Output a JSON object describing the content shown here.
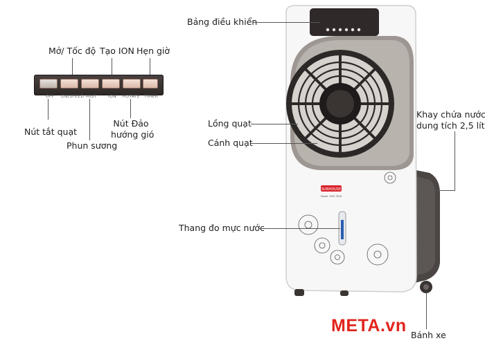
{
  "labels": {
    "control_panel": "Bảng điều khiển",
    "fan_cage": "Lồng quạt",
    "fan_blade": "Cánh quạt",
    "water_level": "Thang đo mực nước",
    "tank_line1": "Khay chứa nước",
    "tank_line2": "dung tích 2,5 lít",
    "wheel": "Bánh xe",
    "power_speed": "Mở/ Tốc độ",
    "ion": "Tạo ION",
    "timer": "Hẹn giờ",
    "off": "Nút tắt quạt",
    "mist": "Phun sương",
    "rotate_line1": "Nút Đảo",
    "rotate_line2": "hướng gió"
  },
  "panel_captions": [
    "OFF",
    "ON/SPEED",
    "MIST",
    "ION",
    "ROTATE",
    "TIMER"
  ],
  "brand_badge": "SUNHOUSE",
  "model_text": "Model: SHD 7616",
  "watermark": "META.vn",
  "colors": {
    "watermark": "#e2251c",
    "panel": "#3a3230",
    "button": "#e9cbbd",
    "body": "#ffffff",
    "trim": "#8a8580"
  }
}
